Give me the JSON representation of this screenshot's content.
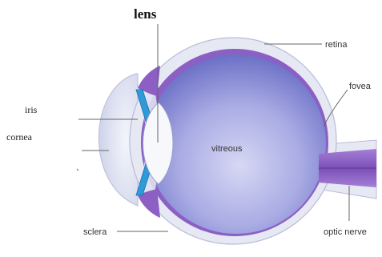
{
  "labels": {
    "lens": "lens",
    "retina": "retina",
    "fovea": "fovea",
    "iris": "iris",
    "cornea": "cornea",
    "vitreous": "vitreous",
    "sclera": "sclera",
    "optic_nerve": "optic nerve"
  },
  "colors": {
    "sclera": "#e6e8f3",
    "sclera_edge": "#b9bdd6",
    "vitreous_outer": "#7074c8",
    "vitreous_inner": "#c9cbef",
    "retina_band": "#8b5fc4",
    "iris": "#2e9ad8",
    "lens": "#f7f8fc",
    "cornea": "#dfe2f1",
    "nerve": "#8f5bc6",
    "leader_line": "#666666"
  }
}
